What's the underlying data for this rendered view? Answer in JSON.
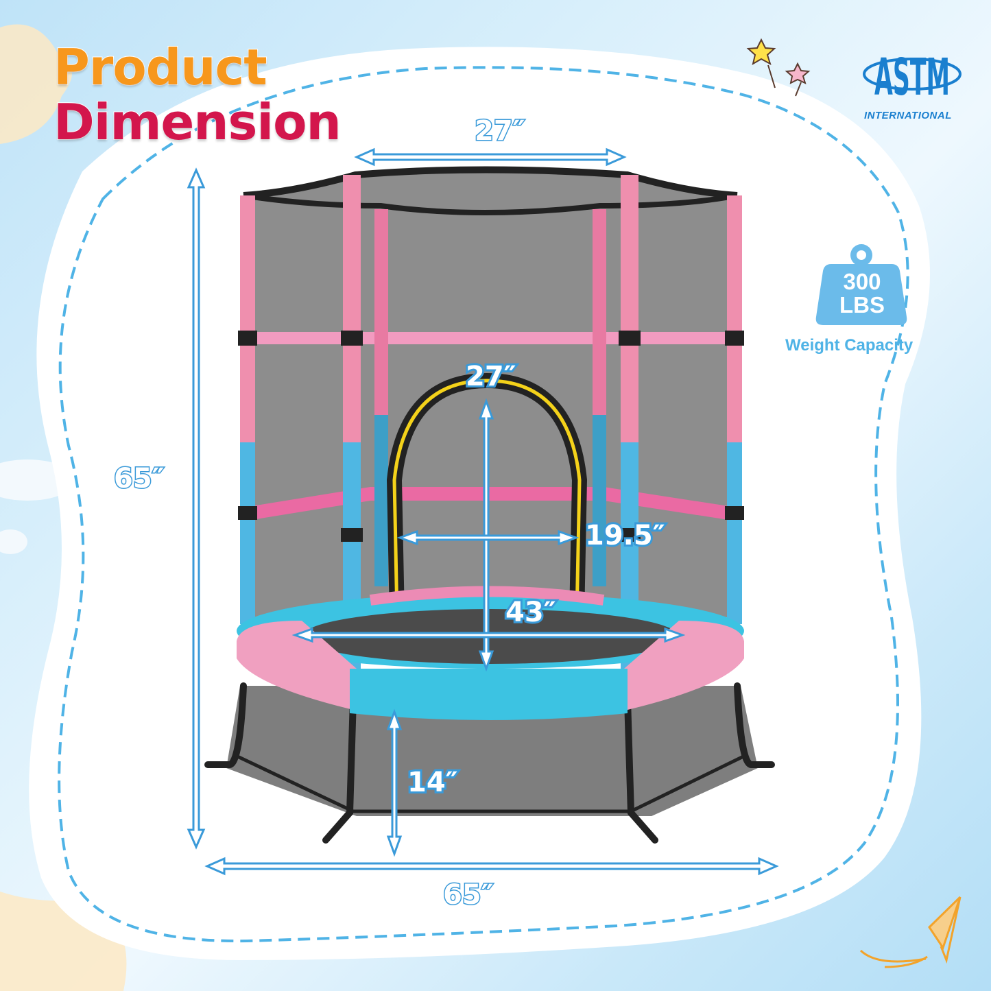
{
  "title": {
    "line1": "Product",
    "line2": "Dimension"
  },
  "certification": {
    "logo_text": "ASTM",
    "subtitle": "INTERNATIONAL"
  },
  "weight_capacity": {
    "value": "300",
    "unit": "LBS",
    "label": "Weight Capacity"
  },
  "dimensions": {
    "top_width": "27″",
    "total_height": "65″",
    "total_width": "65″",
    "door_height": "27″",
    "door_width": "19.5″",
    "mat_diameter": "43″",
    "leg_height": "14″"
  },
  "colors": {
    "accent_blue": "#3a9ad9",
    "title_orange": "#f7971c",
    "title_red": "#d3164c",
    "pole_pink": "#ef8fae",
    "pole_blue": "#4fb7e3",
    "mat_cyan": "#3cc3e2",
    "net_gray": "#8d8d8d",
    "zipper_yellow": "#f4d21a"
  }
}
